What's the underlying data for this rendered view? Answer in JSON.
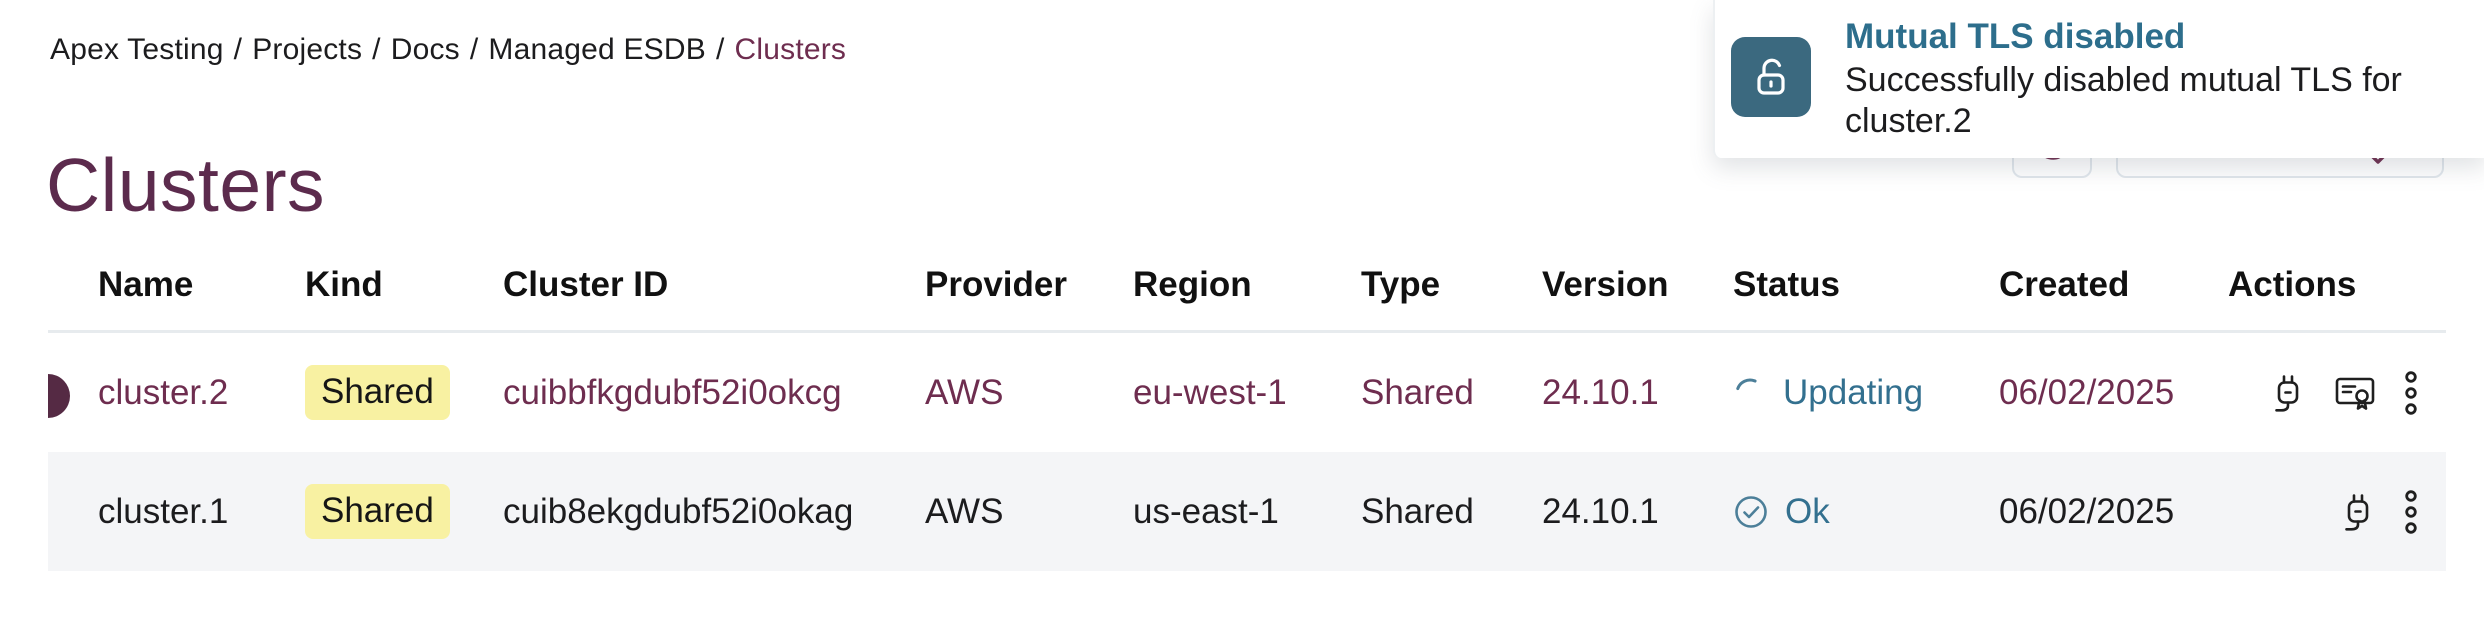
{
  "breadcrumb": {
    "items": [
      "Apex Testing",
      "Projects",
      "Docs",
      "Managed ESDB",
      "Clusters"
    ],
    "separator": "/"
  },
  "page": {
    "title": "Clusters"
  },
  "toast": {
    "title": "Mutual TLS disabled",
    "message": "Successfully disabled mutual TLS for cluster.2",
    "icon": "unlock-icon"
  },
  "table": {
    "columns": [
      "Name",
      "Kind",
      "Cluster ID",
      "Provider",
      "Region",
      "Type",
      "Version",
      "Status",
      "Created",
      "Actions"
    ],
    "rows": [
      {
        "name": "cluster.2",
        "kind": "Shared",
        "cluster_id": "cuibbfkgdubf52i0okcg",
        "provider": "AWS",
        "region": "eu-west-1",
        "type": "Shared",
        "version": "24.10.1",
        "status": "Updating",
        "status_state": "updating",
        "created": "06/02/2025",
        "actions": [
          "connect",
          "certificate",
          "menu"
        ],
        "highlighted": true
      },
      {
        "name": "cluster.1",
        "kind": "Shared",
        "cluster_id": "cuib8ekgdubf52i0okag",
        "provider": "AWS",
        "region": "us-east-1",
        "type": "Shared",
        "version": "24.10.1",
        "status": "Ok",
        "status_state": "ok",
        "created": "06/02/2025",
        "actions": [
          "connect",
          "menu"
        ],
        "highlighted": false
      }
    ]
  },
  "colors": {
    "plum_title": "#5c2b4d",
    "plum_link": "#6e2d4f",
    "marker": "#552a44",
    "teal_text": "#33708f",
    "teal_icon": "#4c7f99",
    "toast_title": "#2d6e8c",
    "toast_icon_bg": "#3b697f",
    "badge_bg": "#f8f1a2",
    "row_alt_bg": "#f4f5f7",
    "divider": "#e7ebee",
    "btn_border": "#e0e6ec",
    "text_dark": "#1c1c1e"
  }
}
